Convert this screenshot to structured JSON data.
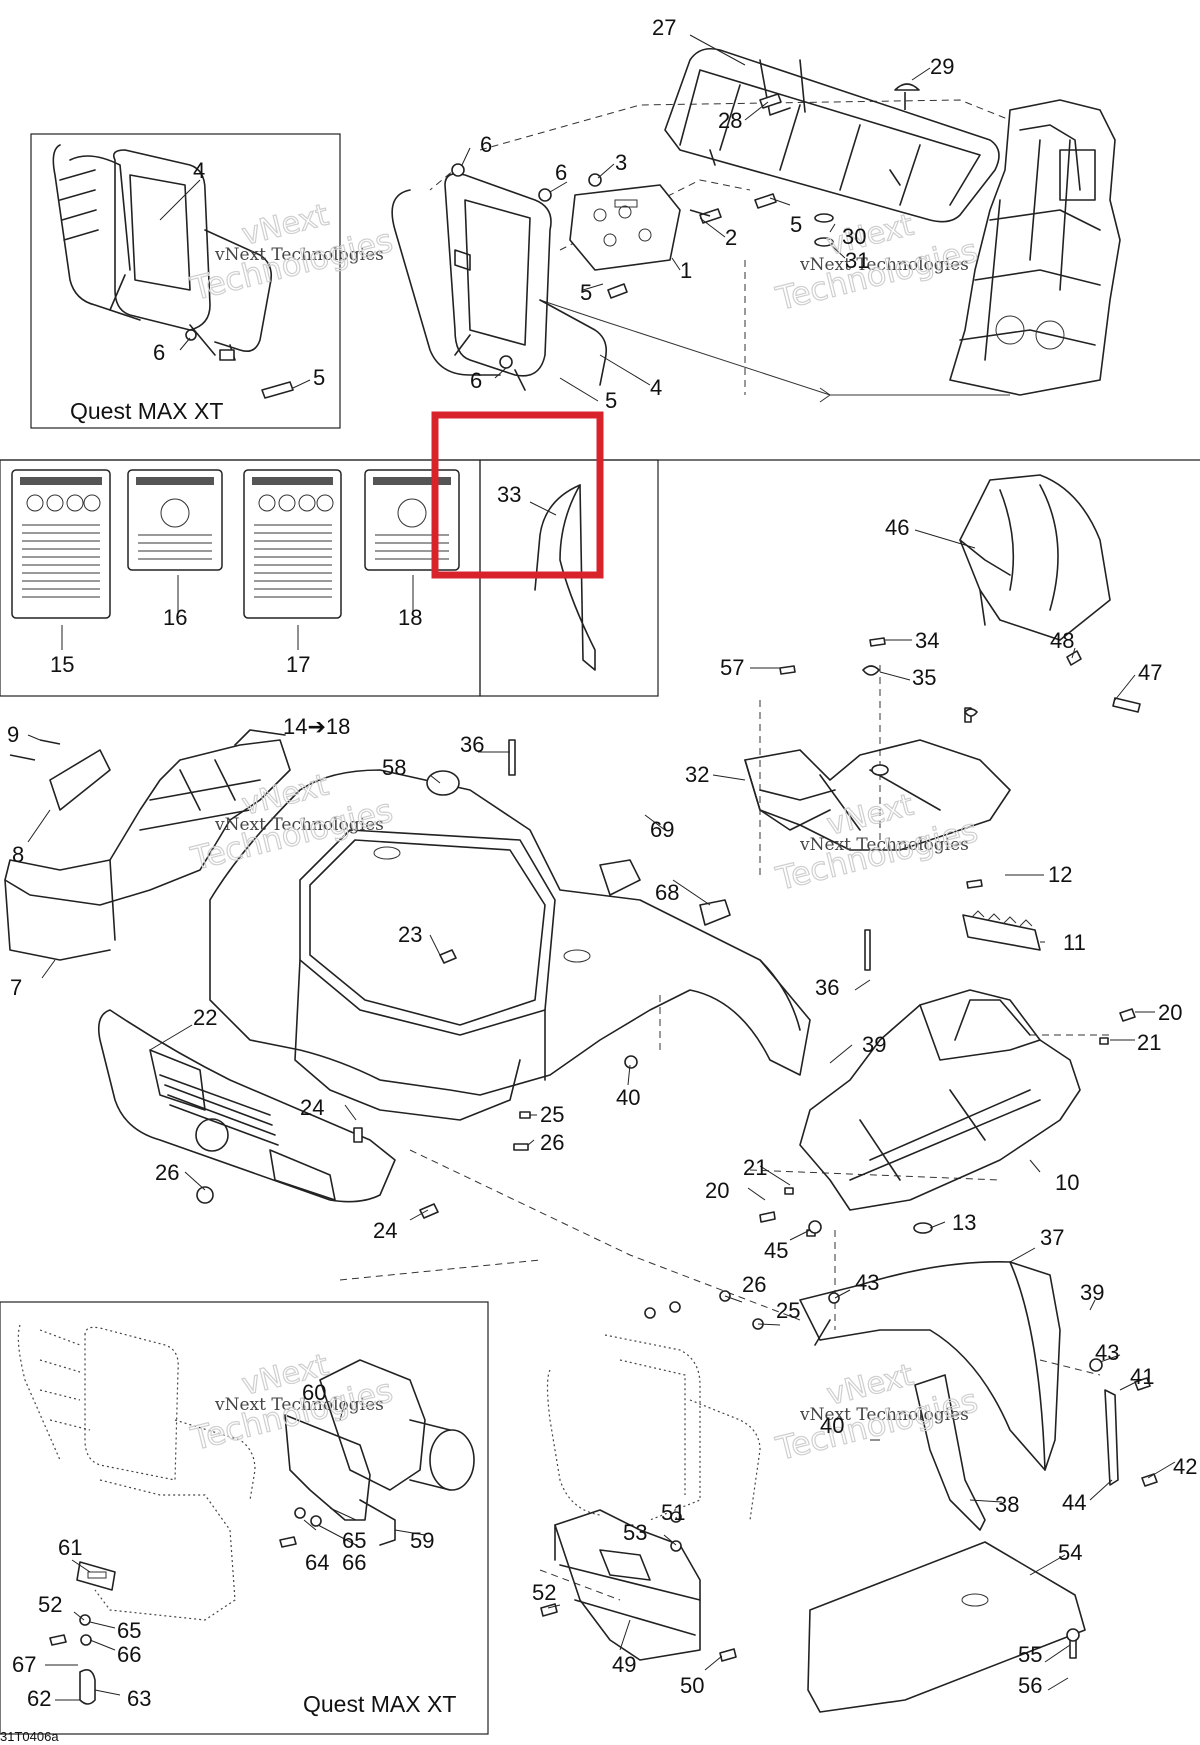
{
  "diagram": {
    "code": "31T0406a",
    "watermark_line1": "vNext",
    "watermark_line2": "Technologies",
    "highlight": {
      "part": "33",
      "color": "#d9232b"
    },
    "insets": {
      "top_left_label": "Quest MAX XT",
      "bottom_left_label": "Quest MAX XT"
    },
    "range_label": "14➔18",
    "callouts": [
      {
        "id": "c27",
        "n": "27"
      },
      {
        "id": "c29",
        "n": "29"
      },
      {
        "id": "c28",
        "n": "28"
      },
      {
        "id": "c6a",
        "n": "6"
      },
      {
        "id": "c3",
        "n": "3"
      },
      {
        "id": "c6b",
        "n": "6"
      },
      {
        "id": "c2",
        "n": "2"
      },
      {
        "id": "c5a",
        "n": "5"
      },
      {
        "id": "c30",
        "n": "30"
      },
      {
        "id": "c31",
        "n": "31"
      },
      {
        "id": "c1",
        "n": "1"
      },
      {
        "id": "c5b",
        "n": "5"
      },
      {
        "id": "c4a",
        "n": "4"
      },
      {
        "id": "c6c",
        "n": "6"
      },
      {
        "id": "c5c",
        "n": "5"
      },
      {
        "id": "c4b",
        "n": "4"
      },
      {
        "id": "c6d",
        "n": "6"
      },
      {
        "id": "c5d",
        "n": "5"
      },
      {
        "id": "c33",
        "n": "33"
      },
      {
        "id": "c46",
        "n": "46"
      },
      {
        "id": "c16",
        "n": "16"
      },
      {
        "id": "c18",
        "n": "18"
      },
      {
        "id": "c15",
        "n": "15"
      },
      {
        "id": "c17",
        "n": "17"
      },
      {
        "id": "c34",
        "n": "34"
      },
      {
        "id": "c48",
        "n": "48"
      },
      {
        "id": "c57",
        "n": "57"
      },
      {
        "id": "c35",
        "n": "35"
      },
      {
        "id": "c47",
        "n": "47"
      },
      {
        "id": "c9",
        "n": "9"
      },
      {
        "id": "c36a",
        "n": "36"
      },
      {
        "id": "c58",
        "n": "58"
      },
      {
        "id": "c32",
        "n": "32"
      },
      {
        "id": "c69",
        "n": "69"
      },
      {
        "id": "c8",
        "n": "8"
      },
      {
        "id": "c12",
        "n": "12"
      },
      {
        "id": "c68",
        "n": "68"
      },
      {
        "id": "c23",
        "n": "23"
      },
      {
        "id": "c11",
        "n": "11"
      },
      {
        "id": "c7",
        "n": "7"
      },
      {
        "id": "c36b",
        "n": "36"
      },
      {
        "id": "c22",
        "n": "22"
      },
      {
        "id": "c20a",
        "n": "20"
      },
      {
        "id": "c39a",
        "n": "39"
      },
      {
        "id": "c21a",
        "n": "21"
      },
      {
        "id": "c40a",
        "n": "40"
      },
      {
        "id": "c24a",
        "n": "24"
      },
      {
        "id": "c25a",
        "n": "25"
      },
      {
        "id": "c26a",
        "n": "26"
      },
      {
        "id": "c10",
        "n": "10"
      },
      {
        "id": "c21b",
        "n": "21"
      },
      {
        "id": "c26b",
        "n": "26"
      },
      {
        "id": "c20b",
        "n": "20"
      },
      {
        "id": "c13",
        "n": "13"
      },
      {
        "id": "c24b",
        "n": "24"
      },
      {
        "id": "c45",
        "n": "45"
      },
      {
        "id": "c37",
        "n": "37"
      },
      {
        "id": "c43a",
        "n": "43"
      },
      {
        "id": "c26c",
        "n": "26"
      },
      {
        "id": "c39b",
        "n": "39"
      },
      {
        "id": "c25b",
        "n": "25"
      },
      {
        "id": "c43b",
        "n": "43"
      },
      {
        "id": "c41",
        "n": "41"
      },
      {
        "id": "c60",
        "n": "60"
      },
      {
        "id": "c40b",
        "n": "40"
      },
      {
        "id": "c42",
        "n": "42"
      },
      {
        "id": "c44",
        "n": "44"
      },
      {
        "id": "c51",
        "n": "51"
      },
      {
        "id": "c38",
        "n": "38"
      },
      {
        "id": "c65a",
        "n": "65"
      },
      {
        "id": "c59",
        "n": "59"
      },
      {
        "id": "c64",
        "n": "64"
      },
      {
        "id": "c66a",
        "n": "66"
      },
      {
        "id": "c53",
        "n": "53"
      },
      {
        "id": "c54",
        "n": "54"
      },
      {
        "id": "c61",
        "n": "61"
      },
      {
        "id": "c52a",
        "n": "52"
      },
      {
        "id": "c65b",
        "n": "65"
      },
      {
        "id": "c52b",
        "n": "52"
      },
      {
        "id": "c66b",
        "n": "66"
      },
      {
        "id": "c55",
        "n": "55"
      },
      {
        "id": "c67",
        "n": "67"
      },
      {
        "id": "c49",
        "n": "49"
      },
      {
        "id": "c62",
        "n": "62"
      },
      {
        "id": "c63",
        "n": "63"
      },
      {
        "id": "c50",
        "n": "50"
      },
      {
        "id": "c56",
        "n": "56"
      }
    ]
  }
}
